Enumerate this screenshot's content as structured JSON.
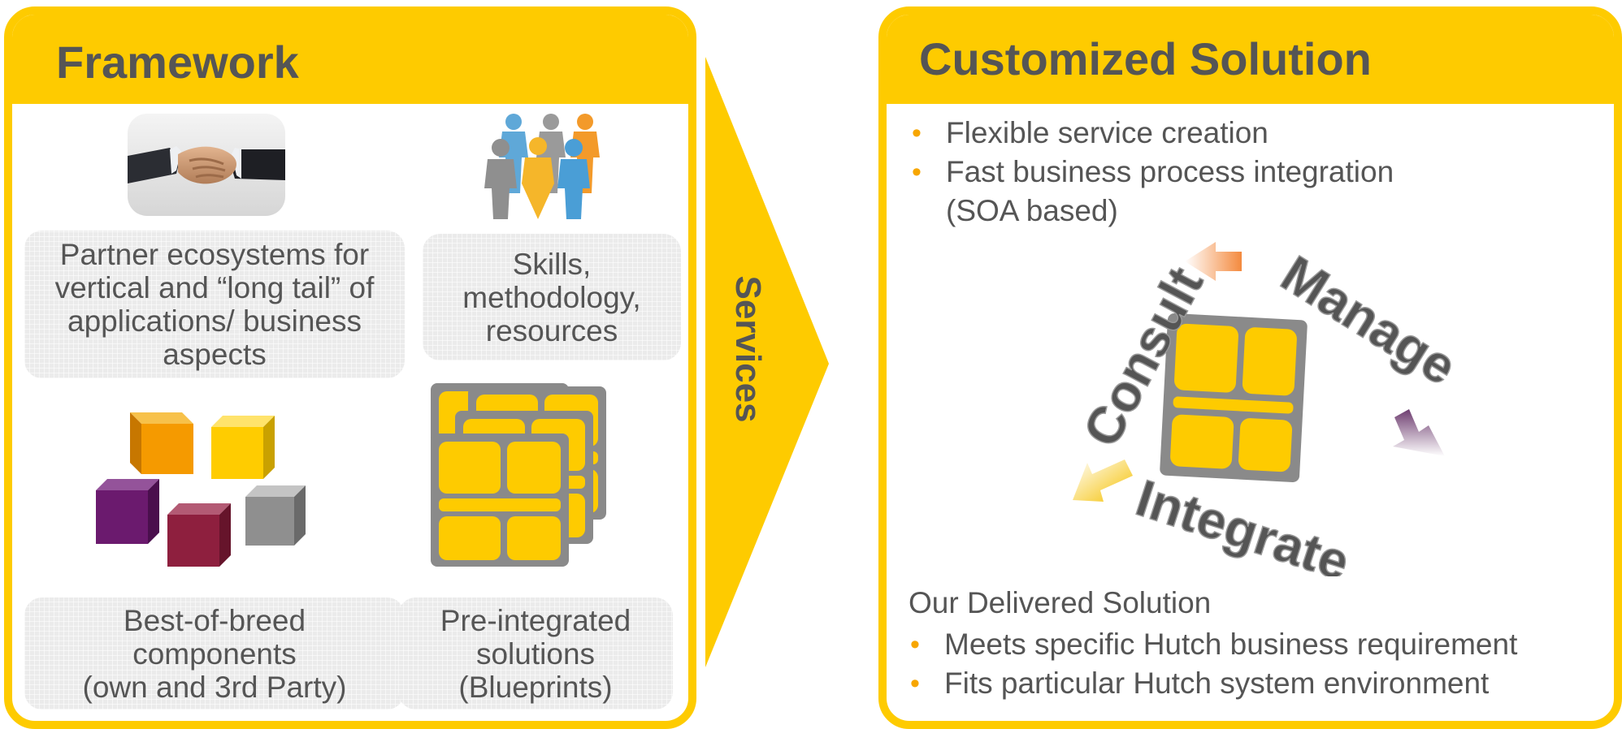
{
  "left_panel": {
    "title": "Framework",
    "boxes": [
      {
        "label": "Partner ecosystems for\nvertical and “long tail” of\napplications/ business\naspects"
      },
      {
        "label": "Skills,\nmethodology,\nresources"
      },
      {
        "label": "Best-of-breed\ncomponents\n(own and 3rd Party)"
      },
      {
        "label": "Pre-integrated\nsolutions\n(Blueprints)"
      }
    ]
  },
  "arrow": {
    "label": "Services"
  },
  "right_panel": {
    "title": "Customized Solution",
    "bullets": [
      {
        "text": "Flexible service creation"
      },
      {
        "text": "Fast business process integration\n(SOA based)"
      }
    ],
    "cycle": {
      "words": [
        "Consult",
        "Manage",
        "Integrate"
      ]
    },
    "delivered_heading": "Our Delivered Solution",
    "delivered_bullets": [
      {
        "text": "Meets specific Hutch business requirement"
      },
      {
        "text": "Fits particular Hutch system environment"
      }
    ]
  },
  "bullet_glyph": "•",
  "colors": {
    "accent_yellow": "#FECB00",
    "bullet_orange": "#F7A600",
    "text_grey": "#555555",
    "box_grey": "#EBEBEB",
    "cube_orange": "#F59A00",
    "cube_purple": "#6B1A6E",
    "cube_maroon": "#8E1F3E",
    "cube_grey": "#8F8F8F"
  },
  "icons": [
    "handshake-photo",
    "people-group-icon",
    "cubes-icon",
    "blueprint-stack-icon",
    "solution-block-icon",
    "cycle-arrow-icon"
  ]
}
